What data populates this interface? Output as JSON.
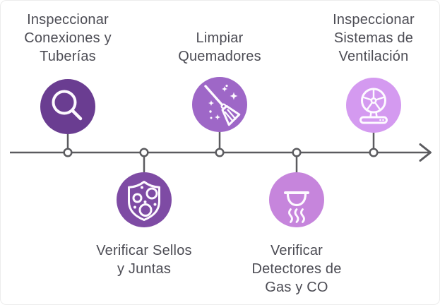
{
  "canvas": {
    "background_color": "#ffffff",
    "border_color": "#ececec"
  },
  "timeline": {
    "type": "horizontal-timeline",
    "direction": "left-to-right",
    "axis_color": "#5b5b5f",
    "node_fill": "#ffffff",
    "icon_stroke_color": "#fdfaff",
    "text_color": "#4c4c54"
  },
  "milestones": [
    {
      "id": "inspeccionar-conexiones-tuberias",
      "label": "Inspeccionar Conexiones y Tuberías",
      "lines": [
        "Inspeccionar",
        "Conexiones y",
        "Tuberías"
      ],
      "icon": "magnifier-icon",
      "side": "above",
      "circle_color": "#6a3d91"
    },
    {
      "id": "verificar-sellos-juntas",
      "label": "Verificar Sellos y Juntas",
      "lines": [
        "Verificar Sellos",
        "y Juntas"
      ],
      "icon": "shield-seals-icon",
      "side": "below",
      "circle_color": "#7e4ba4"
    },
    {
      "id": "limpiar-quemadores",
      "label": "Limpiar Quemadores",
      "lines": [
        "Limpiar",
        "Quemadores"
      ],
      "icon": "broom-icon",
      "side": "above",
      "circle_color": "#9e67c7"
    },
    {
      "id": "verificar-detectores-gas-co",
      "label": "Verificar Detectores de Gas y CO",
      "lines": [
        "Verificar",
        "Detectores de",
        "Gas y CO"
      ],
      "icon": "gas-detector-icon",
      "side": "below",
      "circle_color": "#c685dc"
    },
    {
      "id": "inspeccionar-sistemas-ventilacion",
      "label": "Inspeccionar Sistemas de Ventilación",
      "lines": [
        "Inspeccionar",
        "Sistemas de",
        "Ventilación"
      ],
      "icon": "fan-icon",
      "side": "above",
      "circle_color": "#d49af0"
    }
  ]
}
